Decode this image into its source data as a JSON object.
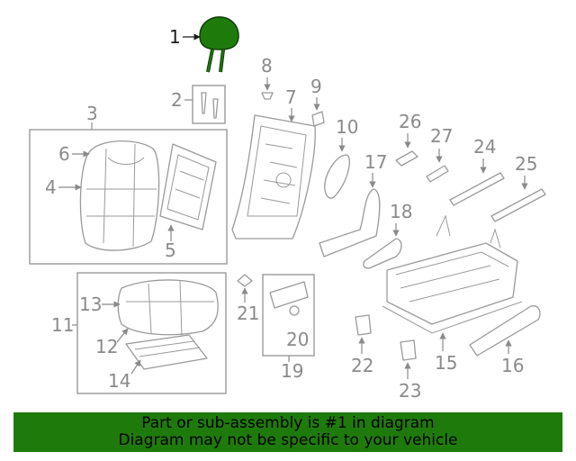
{
  "parts": {
    "p1": "1",
    "p2": "2",
    "p3": "3",
    "p4": "4",
    "p5": "5",
    "p6": "6",
    "p7": "7",
    "p8": "8",
    "p9": "9",
    "p10": "10",
    "p11": "11",
    "p12": "12",
    "p13": "13",
    "p14": "14",
    "p15": "15",
    "p16": "16",
    "p17": "17",
    "p18": "18",
    "p19": "19",
    "p20": "20",
    "p21": "21",
    "p22": "22",
    "p23": "23",
    "p24": "24",
    "p25": "25",
    "p26": "26",
    "p27": "27"
  },
  "highlight_color": "#1f7a0c",
  "banner": {
    "line1": "Part or sub-assembly is #1 in diagram",
    "line2": "Diagram may not be specific to your vehicle"
  }
}
